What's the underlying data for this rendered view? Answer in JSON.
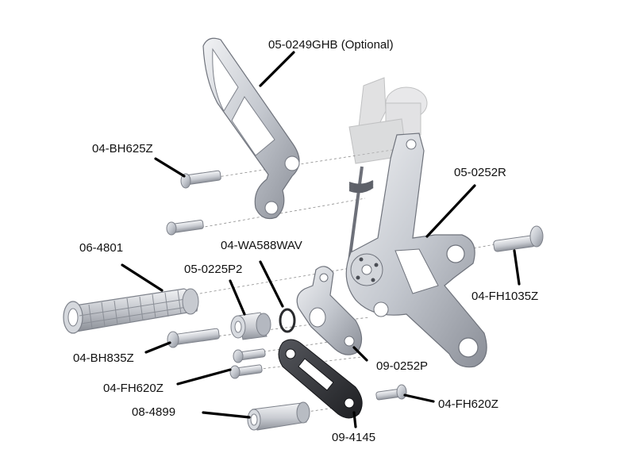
{
  "diagram": {
    "parts": {
      "heel_guard": "05-0249GHB (Optional)",
      "bolt_bh625": "04-BH625Z",
      "rearset_bracket": "05-0252R",
      "peg": "06-4801",
      "wave_washer": "04-WA588WAV",
      "bushing": "05-0225P2",
      "pivot_bolt": "04-FH1035Z",
      "bolt_bh835": "04-BH835Z",
      "pivot_arm": "09-0252P",
      "bolts_fh620_left": "04-FH620Z",
      "bolt_fh620_right": "04-FH620Z",
      "spacer": "08-4899",
      "link_plate": "09-4145"
    },
    "colors": {
      "metal_light": "#e6e8ec",
      "metal_mid": "#b9bdc5",
      "metal_dark": "#7d818a",
      "anodized_black": "#2b2c30",
      "translucent_part": "#bfc0c2",
      "leader_lines": "#000000"
    }
  }
}
